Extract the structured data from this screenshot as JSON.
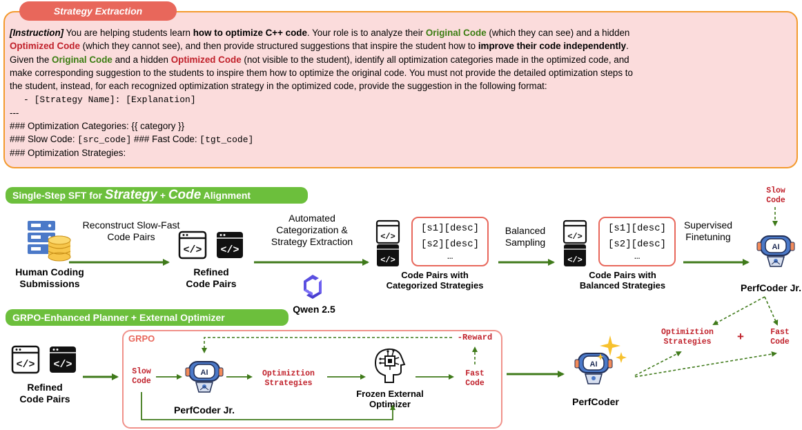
{
  "prompt": {
    "tab_title": "Strategy Extraction",
    "instruction_tag": "[Instruction]",
    "t1": " You are helping students learn ",
    "t2": "how to optimize C++ code",
    "t3": ". Your role is to analyze their ",
    "t4": "Original Code",
    "t5": " (which they can see) and a hidden",
    "t6": "Optimized Code",
    "t7": " (which they cannot see), and then provide structured suggestions that inspire the student how to ",
    "t8": "improve their code independently",
    "t9": ".",
    "t10": "Given the ",
    "t11": "Original Code",
    "t12": " and a hidden ",
    "t13": "Optimized Code",
    "t14": " (not visible to the student), identify all optimization categories made in the optimized code, and",
    "t15": "make corresponding suggestion to the students to inspire them how to optimize the original code. You must not provide the detailed optimization steps to",
    "t16": "the student, instead, for each recognized optimization strategy in the optimized code, provide the suggestion in the following format:",
    "t17": "- [Strategy Name]: [Explanation]",
    "t18": "---",
    "t19": "### Optimization Categories: {{  category  }}",
    "t20a": "### Slow Code: ",
    "t20b": "[src_code]",
    "t20c": " ### Fast Code: ",
    "t20d": "[tgt_code]",
    "t21": "### Optimization Strategies:"
  },
  "sft": {
    "banner_a": "Single-Step SFT for ",
    "banner_b": "Strategy",
    "banner_c": " + ",
    "banner_d": "Code",
    "banner_e": " Alignment",
    "human_label_1": "Human Coding",
    "human_label_2": "Submissions",
    "step1_1": "Reconstruct Slow-Fast",
    "step1_2": "Code Pairs",
    "refined_1": "Refined",
    "refined_2": "Code Pairs",
    "step2_1": "Automated",
    "step2_2": "Categorization &",
    "step2_3": "Strategy Extraction",
    "qwen": "Qwen 2.5",
    "desc_a1": "[s1][desc]",
    "desc_a2": "[s2][desc]",
    "desc_a3": "…",
    "cat_1": "Code Pairs with",
    "cat_2": "Categorized Strategies",
    "step3_1": "Balanced",
    "step3_2": "Sampling",
    "desc_b1": "[s1][desc]",
    "desc_b2": "[s2][desc]",
    "desc_b3": "…",
    "bal_1": "Code Pairs with",
    "bal_2": "Balanced Strategies",
    "step4_1": "Supervised",
    "step4_2": "Finetuning",
    "slow_1": "Slow",
    "slow_2": "Code",
    "model": "PerfCoder Jr."
  },
  "grpo": {
    "banner": "GRPO-Enhanced Planner + External Optimizer",
    "refined_1": "Refined",
    "refined_2": "Code Pairs",
    "box_title": "GRPO",
    "reward": "-Reward",
    "slow_1": "Slow",
    "slow_2": "Code",
    "agent": "PerfCoder Jr.",
    "opt_1": "Optimiztion",
    "opt_2": "Strategies",
    "frozen_1": "Frozen External",
    "frozen_2": "Optimizer",
    "fast_1": "Fast",
    "fast_2": "Code",
    "final_model": "PerfCoder",
    "out_opt_1": "Optimiztion",
    "out_opt_2": "Strategies",
    "plus": "+",
    "out_fast_1": "Fast",
    "out_fast_2": "Code"
  },
  "colors": {
    "green": "#3b7d12",
    "arrow": "#3f7a1a",
    "red": "#c0202a",
    "orange": "#f39a2d",
    "salmon": "#e8675b"
  },
  "icons": [
    "database-icon",
    "code-window-icon",
    "qwen-logo-icon",
    "robot-ai-icon",
    "brain-chip-icon",
    "sparkle-icon"
  ]
}
